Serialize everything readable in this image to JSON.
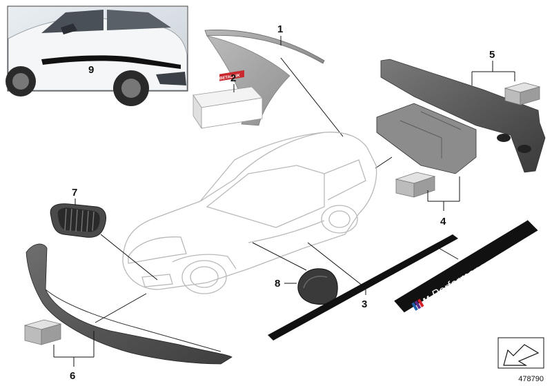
{
  "callouts": [
    {
      "id": "1",
      "label": "1"
    },
    {
      "id": "2",
      "label": "2"
    },
    {
      "id": "3",
      "label": "3"
    },
    {
      "id": "4",
      "label": "4"
    },
    {
      "id": "5",
      "label": "5"
    },
    {
      "id": "6",
      "label": "6"
    },
    {
      "id": "7",
      "label": "7"
    },
    {
      "id": "8",
      "label": "8"
    },
    {
      "id": "9",
      "label": "9"
    }
  ],
  "sill_sticker": {
    "small_text": "M Performance",
    "large_text": "Performance",
    "mark": "M"
  },
  "sealant_box": {
    "brand": "BETALINK"
  },
  "diagram_id": "478790",
  "colors": {
    "stripe_blue": "#1f5fa8",
    "stripe_purple": "#5b2a86",
    "stripe_red": "#d3202a",
    "part_dark": "#3a3a3a",
    "car_outline": "#b9b9b9"
  },
  "icons": {
    "nav": "arrow-down-left-icon"
  }
}
